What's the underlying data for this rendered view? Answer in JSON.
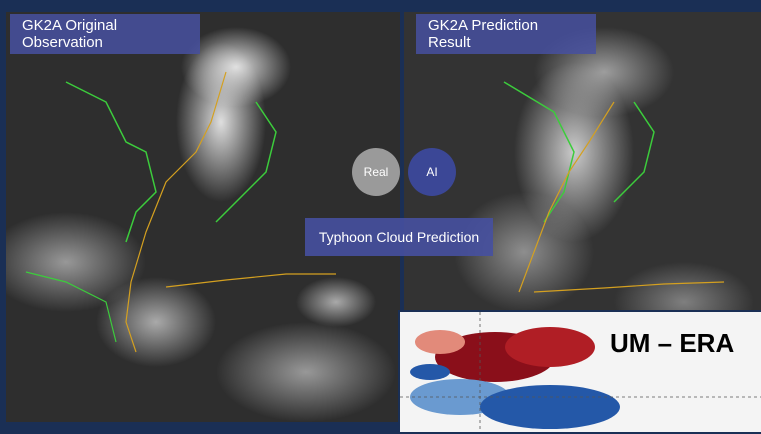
{
  "left_panel": {
    "title": "GK2A Original Observation"
  },
  "right_panel": {
    "title": "GK2A Prediction Result"
  },
  "badges": {
    "real": "Real",
    "ai": "AI"
  },
  "center_label": "Typhoon Cloud Prediction",
  "inset": {
    "title": "UM – ERA"
  },
  "colors": {
    "title_box": "#4650a0",
    "real_badge": "#9a9a9a",
    "ai_badge": "#3b4796",
    "coastline": "#3ccc3c",
    "track": "#d4a020"
  }
}
